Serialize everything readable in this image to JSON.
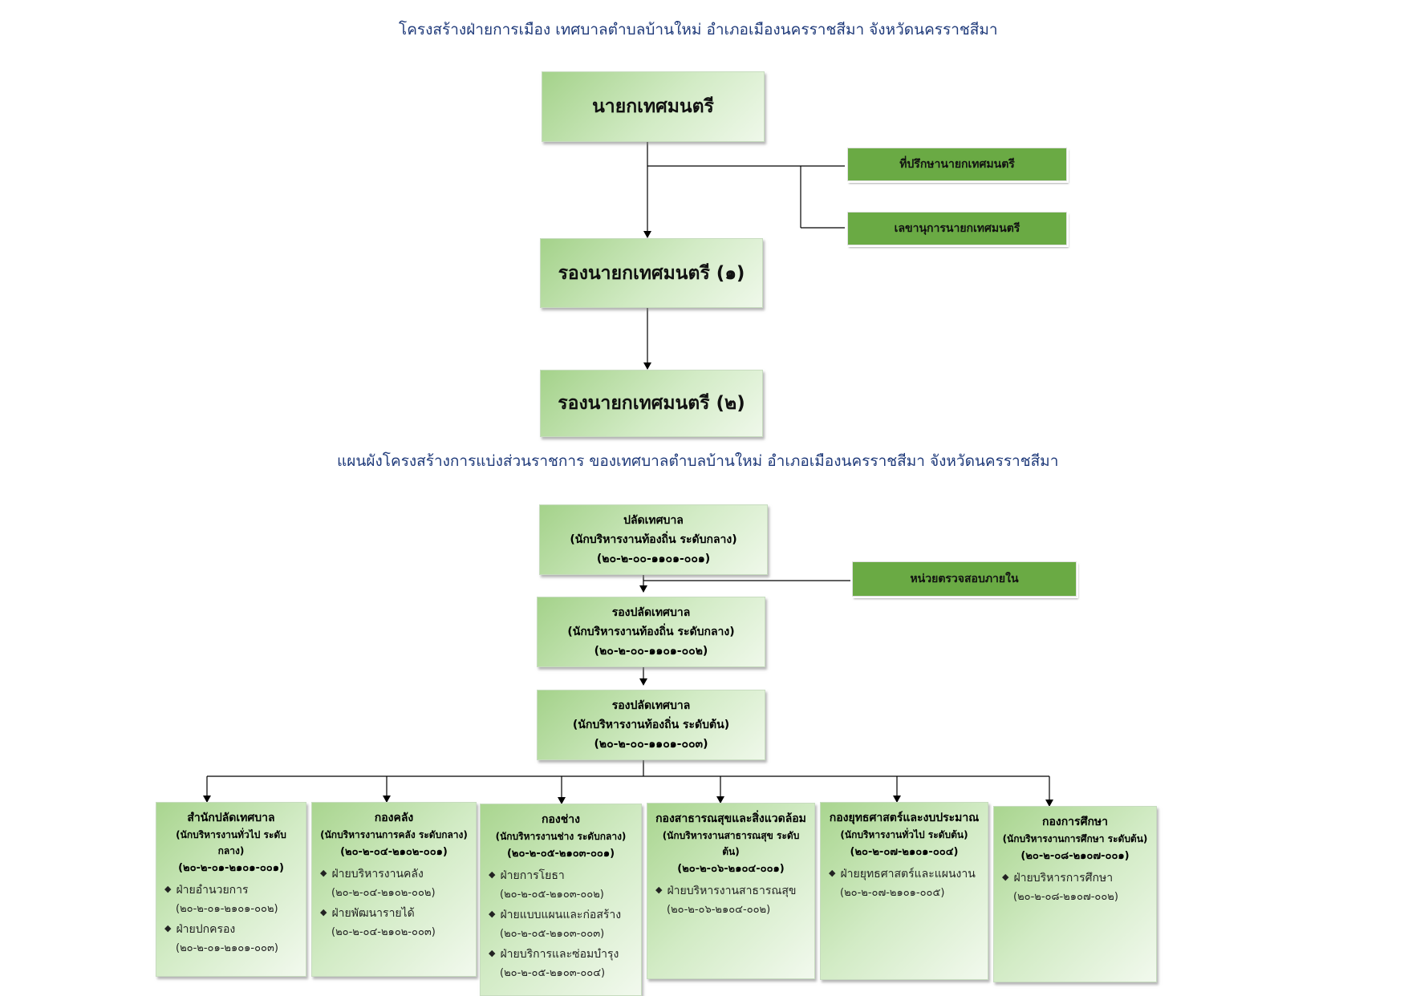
{
  "title1": "โครงสร้างฝ่ายการเมือง เทศบาลตำบลบ้านใหม่  อำเภอเมืองนครราชสีมา  จังหวัดนครราชสีมา",
  "title2": "แผนผังโครงสร้างการแบ่งส่วนราชการ ของเทศบาลตำบลบ้านใหม่  อำเภอเมืองนครราชสีมา  จังหวัดนครราชสีมา",
  "political": {
    "mayor": "นายกเทศมนตรี",
    "advisor": "ที่ปรึกษานายกเทศมนตรี",
    "secretary": "เลขานุการนายกเทศมนตรี",
    "deputy1": "รองนายกเทศมนตรี (๑)",
    "deputy2": "รองนายกเทศมนตรี (๒)"
  },
  "admin": {
    "clerk": {
      "name": "ปลัดเทศบาล",
      "level": "(นักบริหารงานท้องถิ่น  ระดับกลาง)",
      "code": "(๒๐-๒-๐๐-๑๑๐๑-๐๐๑)"
    },
    "audit": "หน่วยตรวจสอบภายใน",
    "deputy_clerk1": {
      "name": "รองปลัดเทศบาล",
      "level": "(นักบริหารงานท้องถิ่น  ระดับกลาง)",
      "code": "(๒๐-๒-๐๐-๑๑๐๑-๐๐๒)"
    },
    "deputy_clerk2": {
      "name": "รองปลัดเทศบาล",
      "level": "(นักบริหารงานท้องถิ่น  ระดับต้น)",
      "code": "(๒๐-๒-๐๐-๑๑๐๑-๐๐๓)"
    }
  },
  "departments": [
    {
      "name": "สำนักปลัดเทศบาล",
      "level": "(นักบริหารงานทั่วไป  ระดับกลาง)",
      "code": "(๒๐-๒-๐๑-๒๑๐๑-๐๐๑)",
      "units": [
        {
          "name": "ฝ่ายอำนวยการ",
          "code": "(๒๐-๒-๐๑-๒๑๐๑-๐๐๒)"
        },
        {
          "name": "ฝ่ายปกครอง",
          "code": "(๒๐-๒-๐๑-๒๑๐๑-๐๐๓)"
        }
      ]
    },
    {
      "name": "กองคลัง",
      "level": "(นักบริหารงานการคลัง  ระดับกลาง)",
      "code": "(๒๐-๒-๐๔-๒๑๐๒-๐๐๑)",
      "units": [
        {
          "name": "ฝ่ายบริหารงานคลัง",
          "code": "(๒๐-๒-๐๔-๒๑๐๒-๐๐๒)"
        },
        {
          "name": "ฝ่ายพัฒนารายได้",
          "code": "(๒๐-๒-๐๔-๒๑๐๒-๐๐๓)"
        }
      ]
    },
    {
      "name": "กองช่าง",
      "level": "(นักบริหารงานช่าง  ระดับกลาง)",
      "code": "(๒๐-๒-๐๕-๒๑๐๓-๐๐๑)",
      "units": [
        {
          "name": "ฝ่ายการโยธา",
          "code": "(๒๐-๒-๐๕-๒๑๐๓-๐๐๒)"
        },
        {
          "name": "ฝ่ายแบบแผนและก่อสร้าง",
          "code": "(๒๐-๒-๐๕-๒๑๐๓-๐๐๓)"
        },
        {
          "name": "ฝ่ายบริการและซ่อมบำรุง",
          "code": "(๒๐-๒-๐๕-๒๑๐๓-๐๐๔)"
        }
      ]
    },
    {
      "name": "กองสาธารณสุขและสิ่งแวดล้อม",
      "level": "(นักบริหารงานสาธารณสุข  ระดับต้น)",
      "code": "(๒๐-๒-๐๖-๒๑๐๔-๐๐๑)",
      "units": [
        {
          "name": "ฝ่ายบริหารงานสาธารณสุข",
          "code": "(๒๐-๒-๐๖-๒๑๐๔-๐๐๒)"
        }
      ]
    },
    {
      "name": "กองยุทธศาสตร์และงบประมาณ",
      "level": "(นักบริหารงานทั่วไป  ระดับต้น)",
      "code": "(๒๐-๒-๐๗-๒๑๐๑-๐๐๔)",
      "units": [
        {
          "name": "ฝ่ายยุทธศาสตร์และแผนงาน",
          "code": "(๒๐-๒-๐๗-๒๑๐๑-๐๐๕)"
        }
      ]
    },
    {
      "name": "กองการศึกษา",
      "level": "(นักบริหารงานการศึกษา  ระดับต้น)",
      "code": "(๒๐-๒-๐๘-๒๑๐๗-๐๐๑)",
      "units": [
        {
          "name": "ฝ่ายบริหารการศึกษา",
          "code": "(๒๐-๒-๐๘-๒๑๐๗-๐๐๒)"
        }
      ]
    }
  ]
}
